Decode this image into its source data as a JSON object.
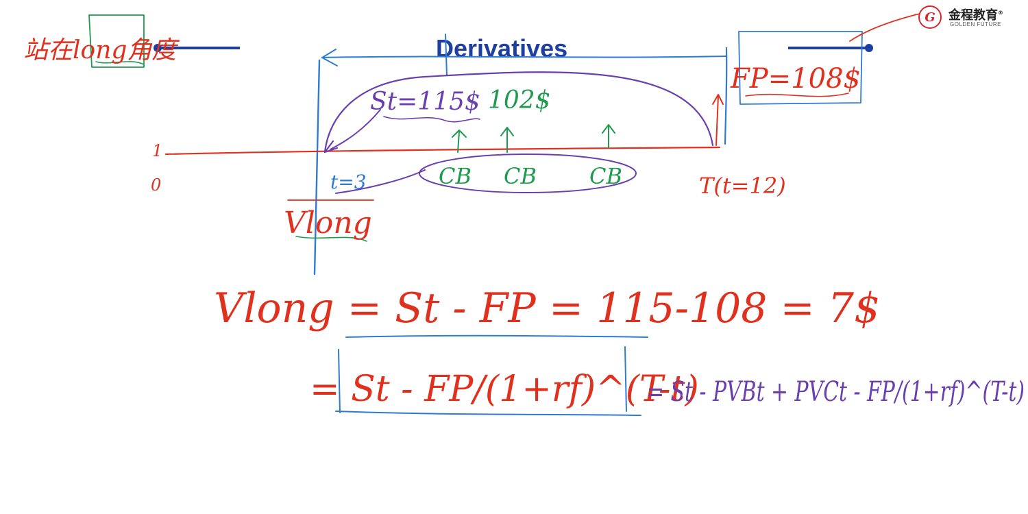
{
  "slide": {
    "title": "Derivatives"
  },
  "logo": {
    "name_cn": "金程教育",
    "name_en": "GOLDEN FUTURE",
    "registered": "®",
    "mark": "G"
  },
  "colors": {
    "title_blue": "#1f3f9e",
    "ink_red": "#e0301e",
    "ink_green": "#1f9a4f",
    "ink_purple": "#6a3fb0",
    "ink_blue": "#2f7bd0",
    "logo_red": "#d8242b"
  },
  "annotations": {
    "top_left_note": "站在long角度",
    "timeline_one": "1",
    "timeline_zero": "0",
    "spot_at_t": "St=115$",
    "pv_bond": "102$",
    "coupon_labels": [
      "CB",
      "CB",
      "CB"
    ],
    "purchase_note": "t=3",
    "v_long_box": "Vlong",
    "forward_price": "FP=108$",
    "maturity": "T(t=12)",
    "formula_line_1": "Vlong = St - FP = 115-108 = 7$",
    "formula_line_2_boxed": "= St - FP/(1+rf)^(T-t)",
    "formula_line_2_tail": "= St - PVBt + PVCt - FP/(1+rf)^(T-t)"
  }
}
